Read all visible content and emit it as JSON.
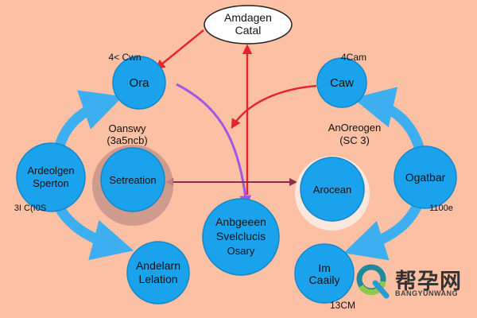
{
  "colors": {
    "background": "#fcc0a4",
    "node_fill": "#1aa3ec",
    "node_stroke": "#1587c8",
    "cycle_arrow": "#3daef0",
    "red_arrow": "#e5252a",
    "purple_arrow": "#a056e6",
    "connector": "#8e2c4e",
    "halo_dark": "#c59488",
    "halo_light": "#fbe9e0",
    "text": "#111111"
  },
  "top_node": {
    "line1": "Amdagen",
    "line2": "Catal"
  },
  "nodes": {
    "ora": {
      "label": "Ora"
    },
    "caw": {
      "label": "Caw"
    },
    "left": {
      "line1": "Ardeolgen",
      "line2": "Sperton"
    },
    "right": {
      "label": "Ogatbar"
    },
    "setreation": {
      "label": "Setreation"
    },
    "arocean": {
      "label": "Arocean"
    },
    "center": {
      "line1": "Anbgeeen",
      "line2": "Svelclucis",
      "line3": "Osary"
    },
    "bottom_left": {
      "line1": "Andelarn",
      "line2": "Lelation"
    },
    "bottom_right": {
      "line1": "Im",
      "line2": "Caaily"
    }
  },
  "labels": {
    "top_left": "4< Cwn",
    "top_right": "4Cam",
    "left_mid_1": "Oanswy",
    "left_mid_2": "(3a5ncb)",
    "right_mid_1": "AnOreogen",
    "right_mid_2": "(SC 3)",
    "far_left": "3I C(I0S",
    "far_right": "1100e",
    "bottom": "13CM"
  },
  "watermark": {
    "logo": "q-logo-icon",
    "text": "帮孕网",
    "subtext": "BANGYUNWANG"
  }
}
